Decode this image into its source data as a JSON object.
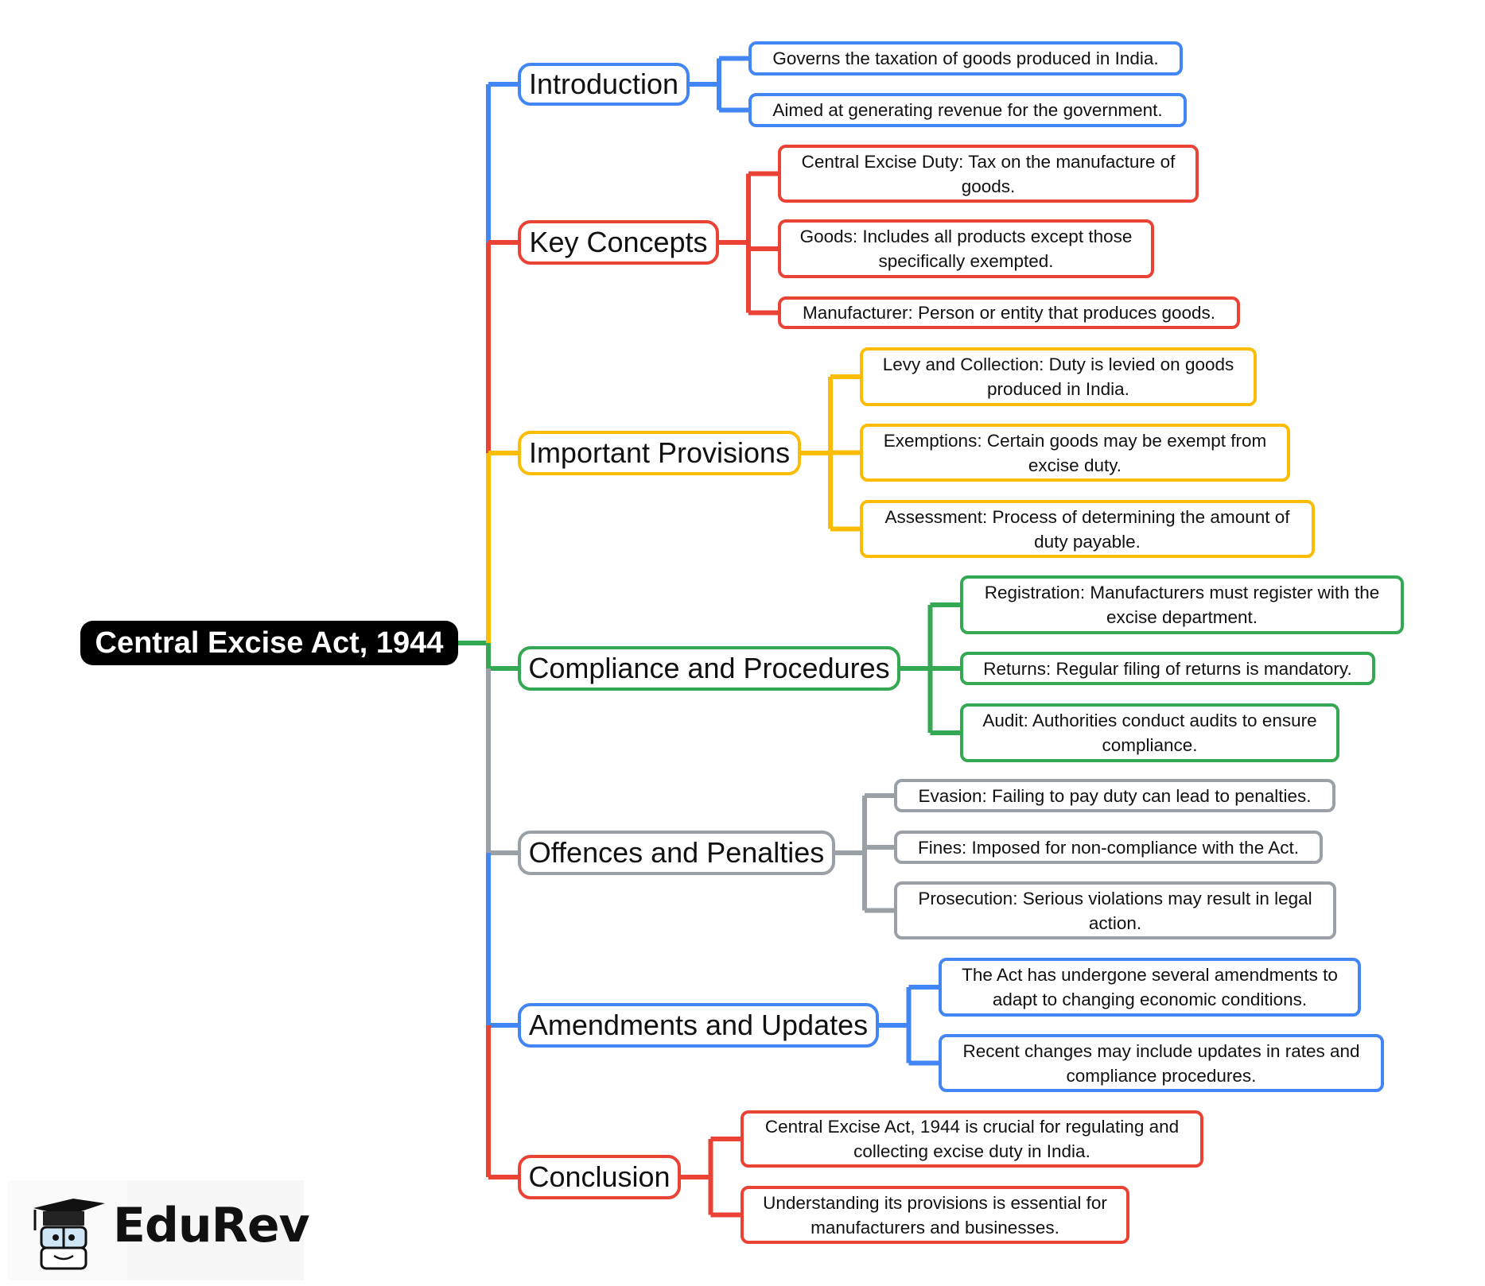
{
  "colors": {
    "blue": "#4285f4",
    "red": "#ea4335",
    "yellow": "#fbbc05",
    "green": "#34a853",
    "gray": "#9aa0a6",
    "root_bg": "#000000"
  },
  "root": {
    "label": "Central Excise Act, 1944"
  },
  "branches": [
    {
      "label": "Introduction",
      "color": "blue",
      "children": [
        "Governs the taxation of goods produced in India.",
        "Aimed at generating revenue for the government."
      ]
    },
    {
      "label": "Key Concepts",
      "color": "red",
      "children": [
        "Central Excise Duty: Tax on the manufacture of goods.",
        "Goods: Includes all products except those specifically exempted.",
        "Manufacturer: Person or entity that produces goods."
      ]
    },
    {
      "label": "Important Provisions",
      "color": "yellow",
      "children": [
        "Levy and Collection: Duty is levied on goods produced in India.",
        "Exemptions: Certain goods may be exempt from excise duty.",
        "Assessment: Process of determining the amount of duty payable."
      ]
    },
    {
      "label": "Compliance and Procedures",
      "color": "green",
      "children": [
        "Registration: Manufacturers must register with the excise department.",
        "Returns: Regular filing of returns is mandatory.",
        "Audit: Authorities conduct audits to ensure compliance."
      ]
    },
    {
      "label": "Offences and Penalties",
      "color": "gray",
      "children": [
        "Evasion: Failing to pay duty can lead to penalties.",
        "Fines: Imposed for non-compliance with the Act.",
        "Prosecution: Serious violations may result in legal action."
      ]
    },
    {
      "label": "Amendments and Updates",
      "color": "blue",
      "children": [
        "The Act has undergone several amendments to adapt to changing economic conditions.",
        "Recent changes may include updates in rates and compliance procedures."
      ]
    },
    {
      "label": "Conclusion",
      "color": "red",
      "children": [
        "Central Excise Act, 1944 is crucial for regulating and collecting excise duty in India.",
        "Understanding its provisions is essential for manufacturers and businesses."
      ]
    }
  ],
  "logo": {
    "text": "EduRev",
    "icon": "graduation-cap-mascot-icon"
  }
}
